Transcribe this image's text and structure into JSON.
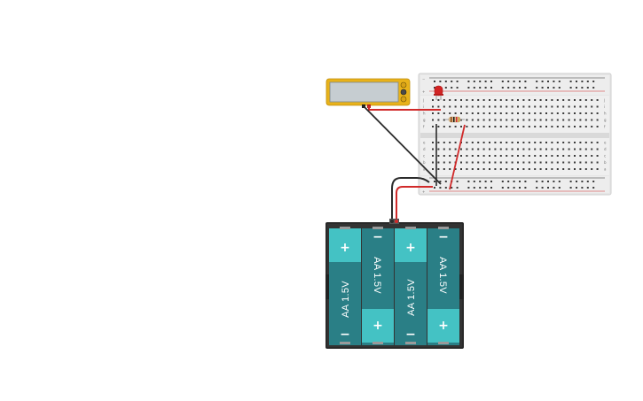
{
  "battery_pack": {
    "cells": [
      {
        "label": "AA 1.5V",
        "top_symbol": "+",
        "bottom_symbol": "−"
      },
      {
        "label": "AA 1.5V",
        "top_symbol": "−",
        "bottom_symbol": "+"
      },
      {
        "label": "AA 1.5V",
        "top_symbol": "+",
        "bottom_symbol": "−"
      },
      {
        "label": "AA 1.5V",
        "top_symbol": "−",
        "bottom_symbol": "+"
      }
    ]
  },
  "breadboard": {
    "row_letters_top": [
      "j",
      "i",
      "h",
      "g",
      "f"
    ],
    "row_letters_bottom": [
      "e",
      "d",
      "c",
      "b",
      "a"
    ],
    "rail_plus": "+",
    "rail_minus": "−",
    "columns": 30
  },
  "colors": {
    "cell_teal": "#2a7f86",
    "cell_terminal": "#44c2c4",
    "pack_body": "#333333",
    "multimeter_body": "#e8b21a",
    "multimeter_screen": "#c6cdd1",
    "wire_red": "#d12a2a",
    "wire_black": "#2b2b2b",
    "led": "#d22424",
    "breadboard": "#e8e8e8"
  }
}
